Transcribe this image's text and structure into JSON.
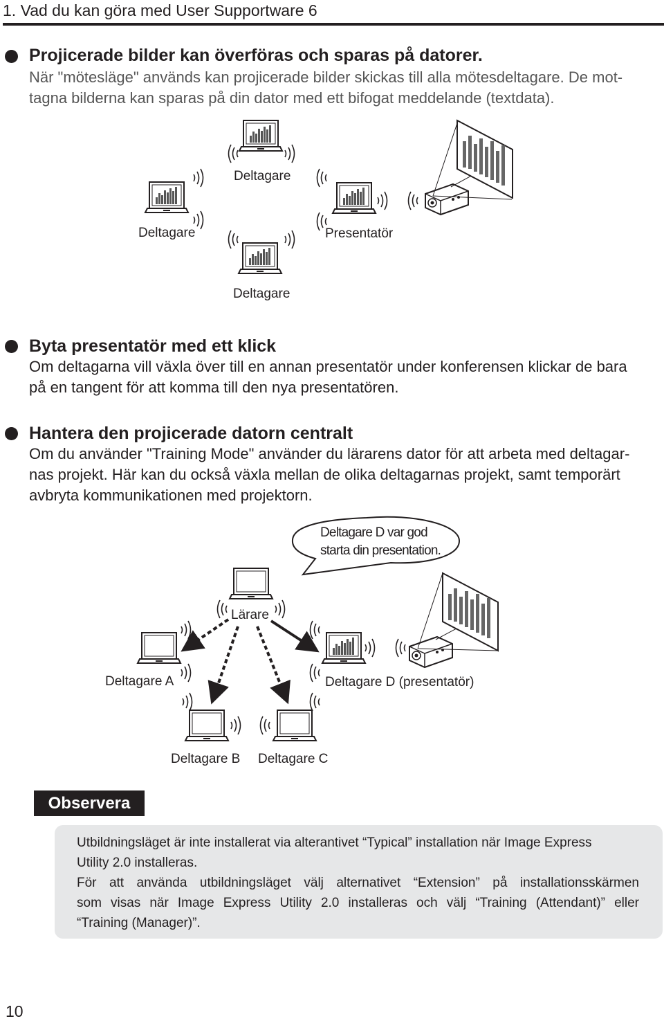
{
  "header": {
    "title": "1. Vad du kan göra med User Supportware 6"
  },
  "section1": {
    "heading": "Projicerade bilder kan överföras och sparas på datorer.",
    "line1": "När \"mötesläge\" används kan projicerade bilder skickas till alla mötesdeltagare. De mot-",
    "line2": "tagna bilderna kan sparas på din dator med ett bifogat meddelande (textdata)."
  },
  "diagram1": {
    "participant_top": "Deltagare",
    "participant_left": "Deltagare",
    "participant_bottom": "Deltagare",
    "presenter": "Presentatör"
  },
  "section2": {
    "heading": "Byta presentatör med ett klick",
    "line1": "Om deltagarna vill växla över till en annan presentatör under konferensen klickar de bara",
    "line2": "på en tangent för att komma till den nya presentatören."
  },
  "section3": {
    "heading": "Hantera den projicerade datorn centralt",
    "line1": "Om du använder \"Training Mode\" använder du lärarens dator för att arbeta med deltagar-",
    "line2": "nas projekt. Här kan du också växla mellan de olika deltagarnas projekt, samt temporärt",
    "line3": "avbryta kommunikationen med projektorn."
  },
  "diagram2": {
    "speech_line1": "Deltagare D var god",
    "speech_line2": "starta din presentation.",
    "teacher": "Lärare",
    "participant_a": "Deltagare A",
    "participant_d": "Deltagare D (presentatör)",
    "participant_b": "Deltagare B",
    "participant_c": "Deltagare C"
  },
  "note": {
    "title": "Observera",
    "line1": "Utbildningsläget är inte installerat via alterantivet “Typical” installation när Image Express",
    "line2": "Utility 2.0 installeras.",
    "line3": "För att använda utbildningsläget välj alternativet “Extension” på installationsskärmen",
    "line4": "som visas när Image Express Utility 2.0 installeras och välj “Training (Attendant)” eller",
    "line5": "“Training (Manager)”."
  },
  "footer": {
    "page_number": "10"
  }
}
